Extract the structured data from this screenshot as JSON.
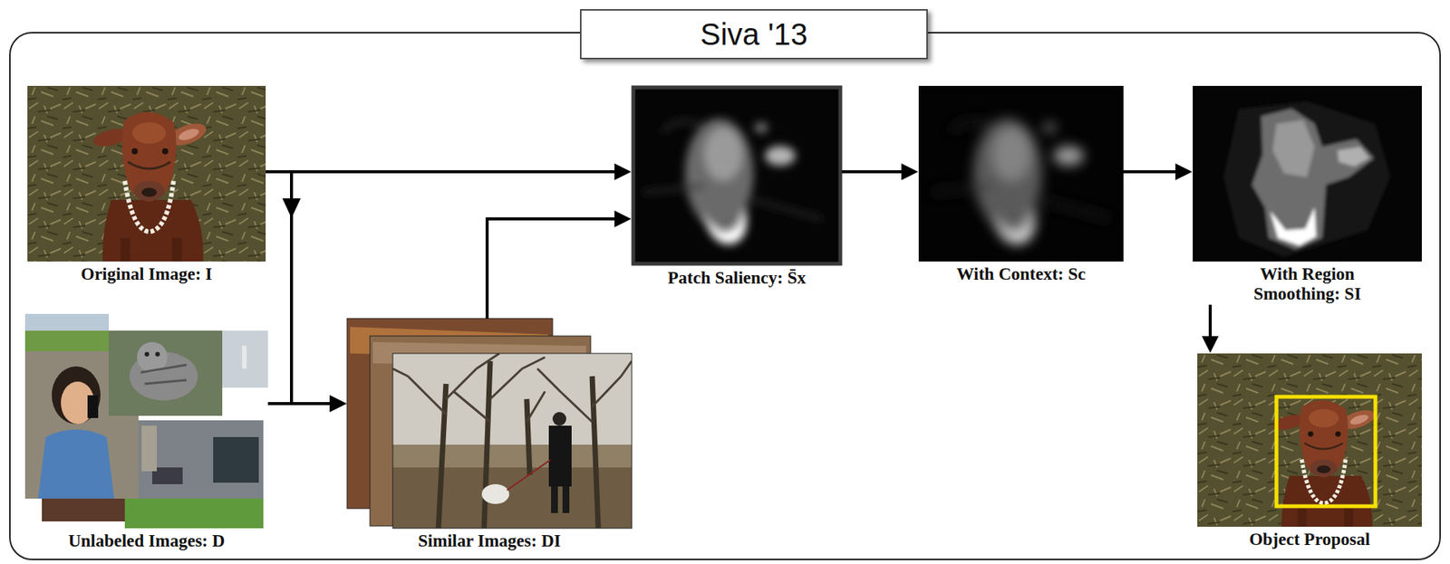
{
  "diagram": {
    "nodes": [
      {
        "text": [
          "Siva '13"
        ]
      },
      {
        "text": [
          "Original Image: I"
        ],
        "in": 0
      },
      {
        "text": [
          "Unlabeled Images: D"
        ],
        "in": 0
      },
      {
        "text": [
          "Similar Images: DI"
        ],
        "in": 0
      },
      {
        "text": [
          "Patch Saliency: S̄x"
        ],
        "in": 0
      },
      {
        "text": [
          "With Context: Sc"
        ],
        "in": 0
      },
      {
        "text": [
          "With Region Smoothing: SI"
        ],
        "in": 0
      },
      {
        "text": [
          "Object Proposal"
        ],
        "in": 0
      }
    ],
    "edges": [
      {
        "from": 1,
        "to": 4,
        "arrow": "to"
      },
      {
        "from": 1,
        "to": 3,
        "arrow": "to"
      },
      {
        "from": 2,
        "to": 3,
        "arrow": "to"
      },
      {
        "from": 3,
        "to": 4,
        "arrow": "to"
      },
      {
        "from": 4,
        "to": 5,
        "arrow": "to"
      },
      {
        "from": 5,
        "to": 6,
        "arrow": "to"
      },
      {
        "from": 6,
        "to": 7,
        "arrow": "to"
      }
    ]
  }
}
